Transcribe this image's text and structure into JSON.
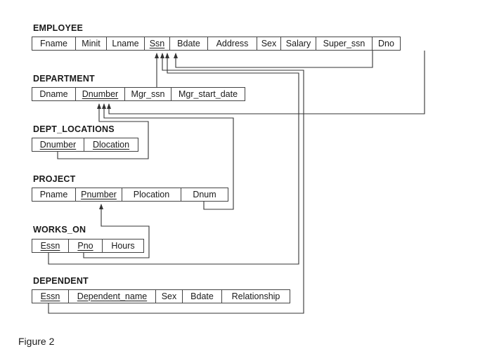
{
  "employee": {
    "title": "EMPLOYEE",
    "attrs": [
      "Fname",
      "Minit",
      "Lname",
      "Ssn",
      "Bdate",
      "Address",
      "Sex",
      "Salary",
      "Super_ssn",
      "Dno"
    ]
  },
  "department": {
    "title": "DEPARTMENT",
    "attrs": [
      "Dname",
      "Dnumber",
      "Mgr_ssn",
      "Mgr_start_date"
    ]
  },
  "dept_locations": {
    "title": "DEPT_LOCATIONS",
    "attrs": [
      "Dnumber",
      "Dlocation"
    ]
  },
  "project": {
    "title": "PROJECT",
    "attrs": [
      "Pname",
      "Pnumber",
      "Plocation",
      "Dnum"
    ]
  },
  "works_on": {
    "title": "WORKS_ON",
    "attrs": [
      "Essn",
      "Pno",
      "Hours"
    ]
  },
  "dependent": {
    "title": "DEPENDENT",
    "attrs": [
      "Essn",
      "Dependent_name",
      "Sex",
      "Bdate",
      "Relationship"
    ]
  },
  "caption": "Figure 2",
  "line_color": "#333333"
}
